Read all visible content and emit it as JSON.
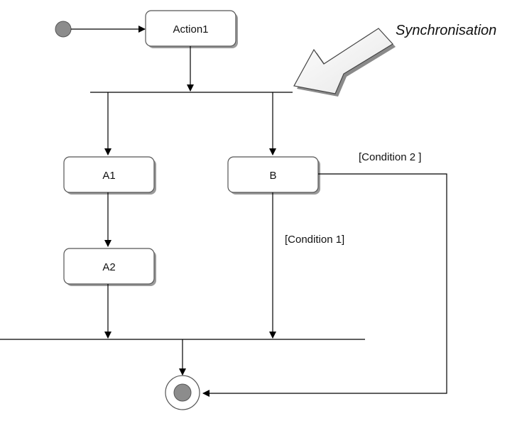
{
  "diagram": {
    "type": "uml-activity",
    "nodes": {
      "action1": "Action1",
      "a1": "A1",
      "a2": "A2",
      "b": "B"
    },
    "guards": {
      "condition1": "[Condition 1]",
      "condition2": "[Condition 2 ]"
    },
    "annotation": "Synchronisation",
    "colors": {
      "node_fill": "#ffffff",
      "node_border": "#555555",
      "shadow": "#9a9a9a",
      "initial_node": "#8c8c8c",
      "final_node_inner": "#8c8c8c",
      "edges": "#000000"
    }
  }
}
